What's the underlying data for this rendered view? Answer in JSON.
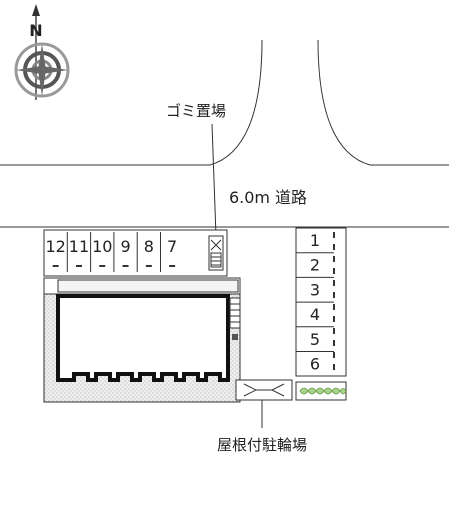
{
  "compass": {
    "north_label": "N"
  },
  "labels": {
    "garbage": "ゴミ置場",
    "road": "6.0m 道路",
    "bicycle": "屋根付駐輪場"
  },
  "parking_left": [
    "12",
    "11",
    "10",
    "9",
    "8",
    "7"
  ],
  "parking_right": [
    "1",
    "2",
    "3",
    "4",
    "5",
    "6"
  ],
  "colors": {
    "line": "#333333",
    "ground": "#eeeeee",
    "hedge": "#a8d38a"
  }
}
